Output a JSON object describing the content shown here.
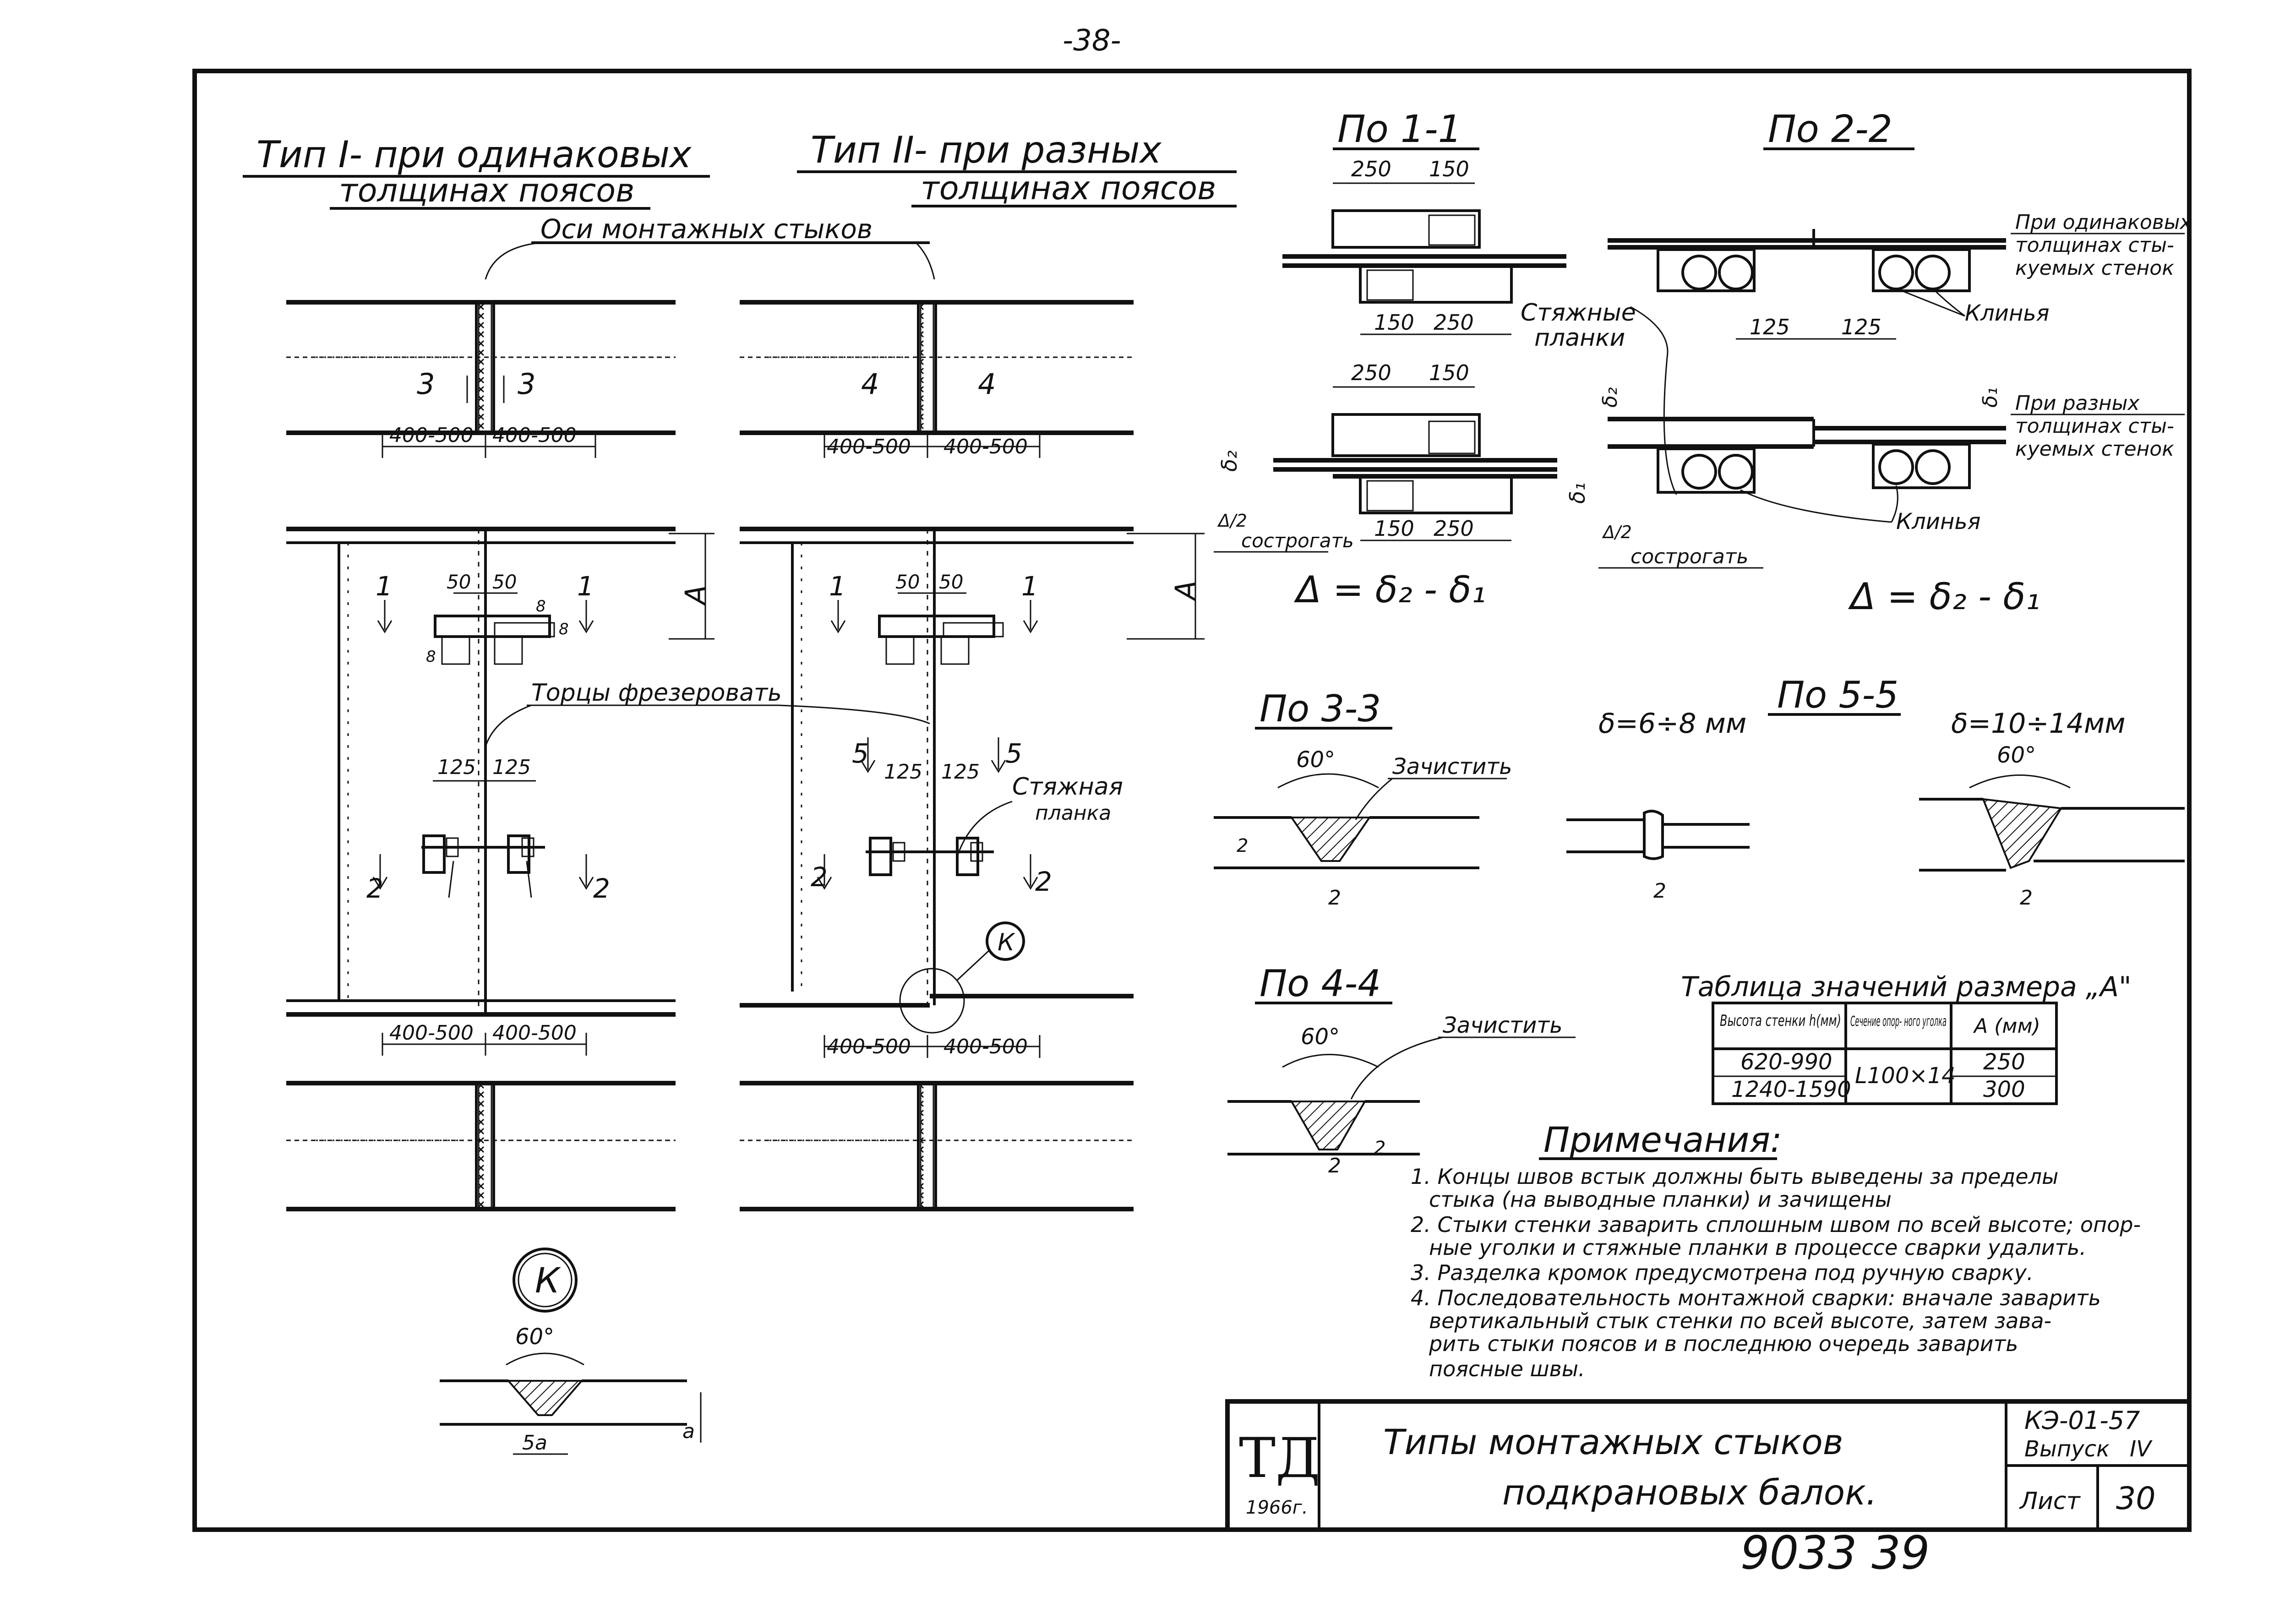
{
  "page_number": "-38-",
  "headings": {
    "type1_line1": "Тип I- при одинаковых",
    "type1_line2": "толщинах поясов",
    "type2_line1": "Тип II- при разных",
    "type2_line2": "толщинах поясов",
    "axes_label": "Оси монтажных стыков"
  },
  "type1": {
    "sect_3": "3",
    "dim_left": "400-500",
    "dim_right": "400-500",
    "d50a": "50",
    "d50b": "50",
    "d8": "8",
    "cut_1": "1",
    "cut_2": "2",
    "mill_label": "Торцы фрезеровать",
    "d125a": "125",
    "d125b": "125",
    "A": "A"
  },
  "type2": {
    "sect_4": "4",
    "sect_5": "5",
    "dim_left": "400-500",
    "dim_right": "400-500",
    "strap_line1": "Стяжная",
    "strap_line2": "планка",
    "K": "К"
  },
  "s11": {
    "title": "По 1-1",
    "d250": "250",
    "d150": "150",
    "strap_line1": "Стяжные",
    "strap_line2": "планки",
    "plane_text": "сострогать",
    "half_delta": "Δ/2",
    "formula": "Δ = δ₂ - δ₁",
    "delta1": "δ₁",
    "delta2": "δ₂"
  },
  "s22": {
    "title": "По 2-2",
    "same_line1": "При одинаковых",
    "same_line2": "толщинах сты-",
    "same_line3": "куемых стенок",
    "diff_line1": "При разных",
    "diff_line2": "толщинах сты-",
    "diff_line3": "куемых стенок",
    "wedges": "Клинья",
    "d125": "125",
    "plane_text": "сострогать",
    "formula": "Δ = δ₂ - δ₁"
  },
  "s33": {
    "title": "По 3-3",
    "angle": "60°",
    "clean": "Зачистить",
    "gap": "2"
  },
  "s55": {
    "title": "По 5-5",
    "thin_range": "δ=6÷8 мм",
    "thick_range": "δ=10÷14мм",
    "angle": "60°",
    "gap": "2"
  },
  "s44": {
    "title": "По 4-4",
    "angle": "60°",
    "clean": "Зачистить",
    "gap": "2"
  },
  "detailK": {
    "label": "К",
    "angle": "60°",
    "dim_5a": "5a",
    "dim_a": "a"
  },
  "table": {
    "title": "Таблица значений размера „A\"",
    "headers": [
      "Высота стенки h(мм)",
      "Сечение опор- ного уголка",
      "A (мм)"
    ],
    "rows": [
      {
        "h": "620-990",
        "section": "L100×14",
        "A": "250"
      },
      {
        "h": "1240-1590",
        "section": "",
        "A": "300"
      }
    ]
  },
  "notes": {
    "title": "Примечания:",
    "items": [
      "1. Концы швов встык должны быть выведены за пределы",
      "стыка (на выводные планки) и зачищены",
      "2. Стыки стенки заварить сплошным швом по всей высоте; опор-",
      "ные уголки и стяжные планки в процессе сварки удалить.",
      "3. Разделка кромок предусмотрена под ручную сварку.",
      "4. Последовательность монтажной сварки: вначале заварить",
      "вертикальный стык стенки по всей высоте, затем зава-",
      "рить стыки поясов и в последнюю очередь заварить",
      "поясные швы."
    ]
  },
  "title_block": {
    "logo": "ТД",
    "year": "1966г.",
    "title_line1": "Типы монтажных стыков",
    "title_line2": "подкрановых балок.",
    "series": "КЭ-01-57",
    "issue_label": "Выпуск",
    "issue": "IV",
    "sheet_label": "Лист",
    "sheet": "30"
  },
  "handwritten": "9033 39"
}
